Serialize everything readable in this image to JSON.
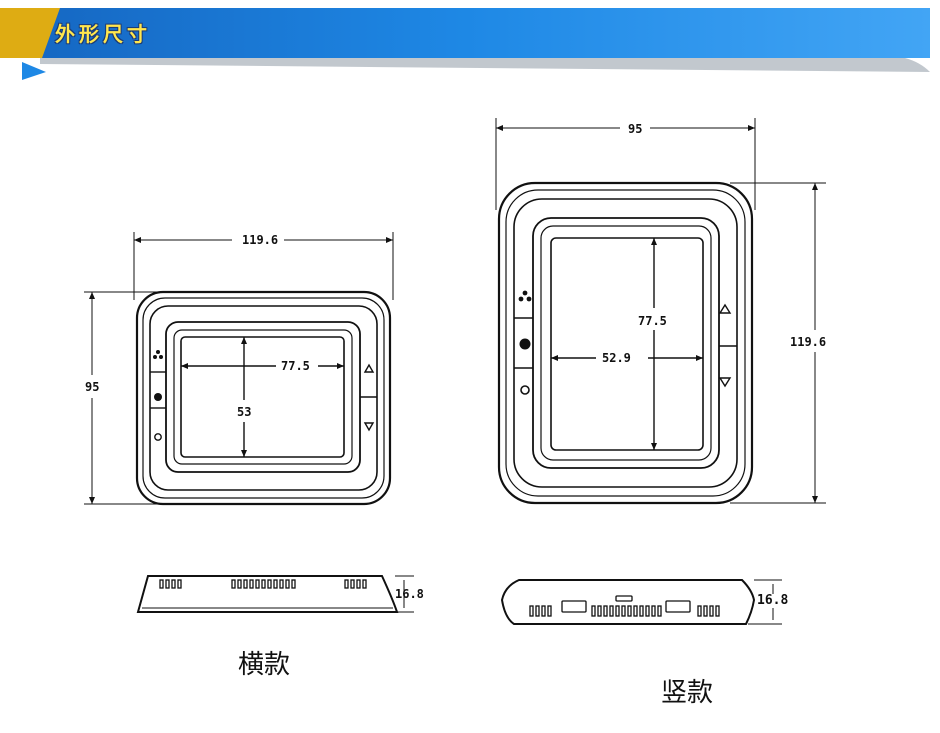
{
  "header": {
    "title": "外形尺寸",
    "colors": {
      "band": "#1e88e5",
      "title_text": "#ffe64d",
      "arrow": "#1e88e5"
    }
  },
  "horizontal": {
    "caption": "横款",
    "width_dim": "119.6",
    "height_dim": "95",
    "screen_width_dim": "77.5",
    "screen_height_dim": "53",
    "thickness_dim": "16.8"
  },
  "vertical": {
    "caption": "竖款",
    "width_dim": "95",
    "height_dim": "119.6",
    "screen_height_dim": "77.5",
    "screen_width_dim": "52.9",
    "thickness_dim": "16.8"
  },
  "icons": [
    "fan-icon",
    "power-icon",
    "mode-icon",
    "up-arrow-icon",
    "down-arrow-icon"
  ]
}
